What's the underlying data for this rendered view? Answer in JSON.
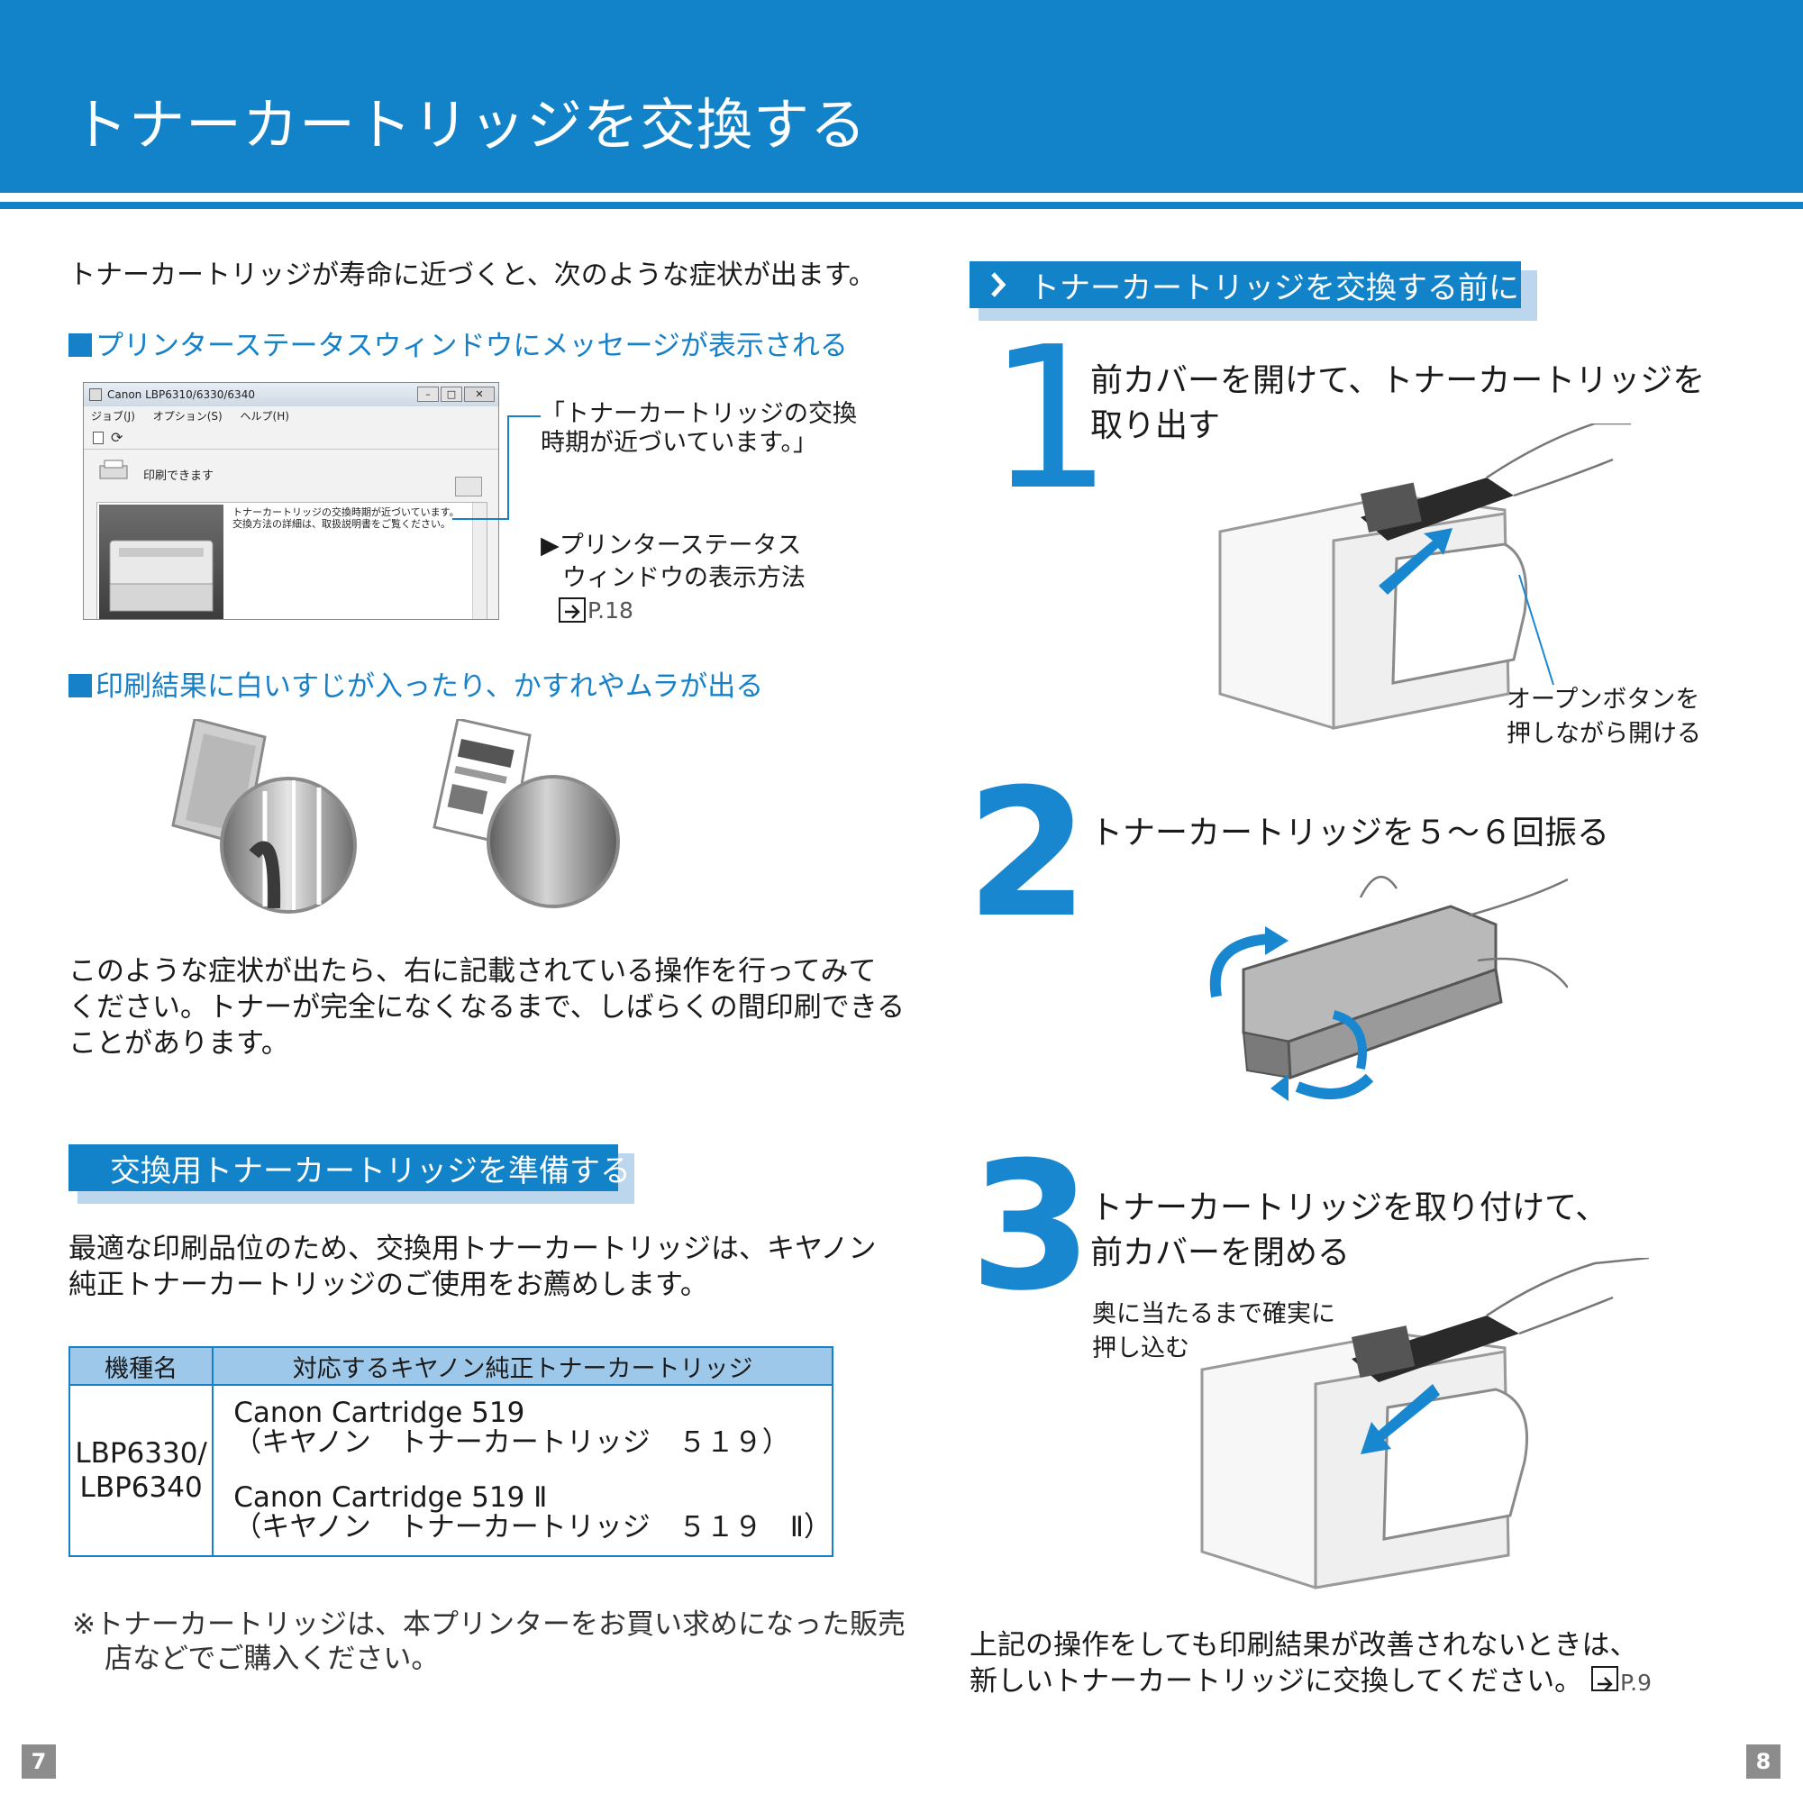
{
  "header": {
    "title": "トナーカートリッジを交換する"
  },
  "left": {
    "intro": "トナーカートリッジが寿命に近づくと、次のような症状が出ます。",
    "symptom1_heading": "プリンターステータスウィンドウにメッセージが表示される",
    "window": {
      "title": "Canon LBP6310/6330/6340",
      "menu": [
        "ジョブ(J)",
        "オプション(S)",
        "ヘルプ(H)"
      ],
      "status": "印刷できます",
      "message_line1": "トナーカートリッジの交換時期が近づいています。",
      "message_line2": "交換方法の詳細は、取扱説明書をご覧ください。"
    },
    "callout_line1": "「トナーカートリッジの交換",
    "callout_line2": "時期が近づいています。」",
    "howto_line1": "▶プリンターステータス",
    "howto_line2": "ウィンドウの表示方法",
    "howto_ref": "P.18",
    "symptom2_heading": "印刷結果に白いすじが入ったり、かすれやムラが出る",
    "advice_line1": "このような症状が出たら、右に記載されている操作を行ってみて",
    "advice_line2": "ください。トナーが完全になくなるまで、しばらくの間印刷できる",
    "advice_line3": "ことがあります。",
    "section_prepare": "交換用トナーカートリッジを準備する",
    "recommend_line1": "最適な印刷品位のため、交換用トナーカートリッジは、キヤノン",
    "recommend_line2": "純正トナーカートリッジのご使用をお薦めします。",
    "table": {
      "headers": [
        "機種名",
        "対応するキヤノン純正トナーカートリッジ"
      ],
      "model_line1": "LBP6330/",
      "model_line2": "LBP6340",
      "cart1_line1": "Canon Cartridge 519",
      "cart1_line2": "（キヤノン　トナーカートリッジ　５１９）",
      "cart2_line1": "Canon Cartridge 519 Ⅱ",
      "cart2_line2": "（キヤノン　トナーカートリッジ　５１９　Ⅱ）"
    },
    "footnote_line1": "※トナーカートリッジは、本プリンターをお買い求めになった販売",
    "footnote_line2": "店などでご購入ください。",
    "page_number": "7"
  },
  "right": {
    "section_before": "トナーカートリッジを交換する前に",
    "steps": [
      {
        "number": "1",
        "title_line1": "前カバーを開けて、トナーカートリッジを",
        "title_line2": "取り出す"
      },
      {
        "number": "2",
        "title_line1": "トナーカートリッジを５～６回振る"
      },
      {
        "number": "3",
        "title_line1": "トナーカートリッジを取り付けて、",
        "title_line2": "前カバーを閉める"
      }
    ],
    "open_note_line1": "オープンボタンを",
    "open_note_line2": "押しながら開ける",
    "insert_note_line1": "奥に当たるまで確実に",
    "insert_note_line2": "押し込む",
    "closing_line1": "上記の操作をしても印刷結果が改善されないときは、",
    "closing_line2": "新しいトナーカートリッジに交換してください。",
    "closing_ref": "P.9",
    "page_number": "8"
  },
  "colors": {
    "brand_blue": "#1283c8",
    "step_number": "#1887cf",
    "table_header": "#9ec8ea"
  }
}
